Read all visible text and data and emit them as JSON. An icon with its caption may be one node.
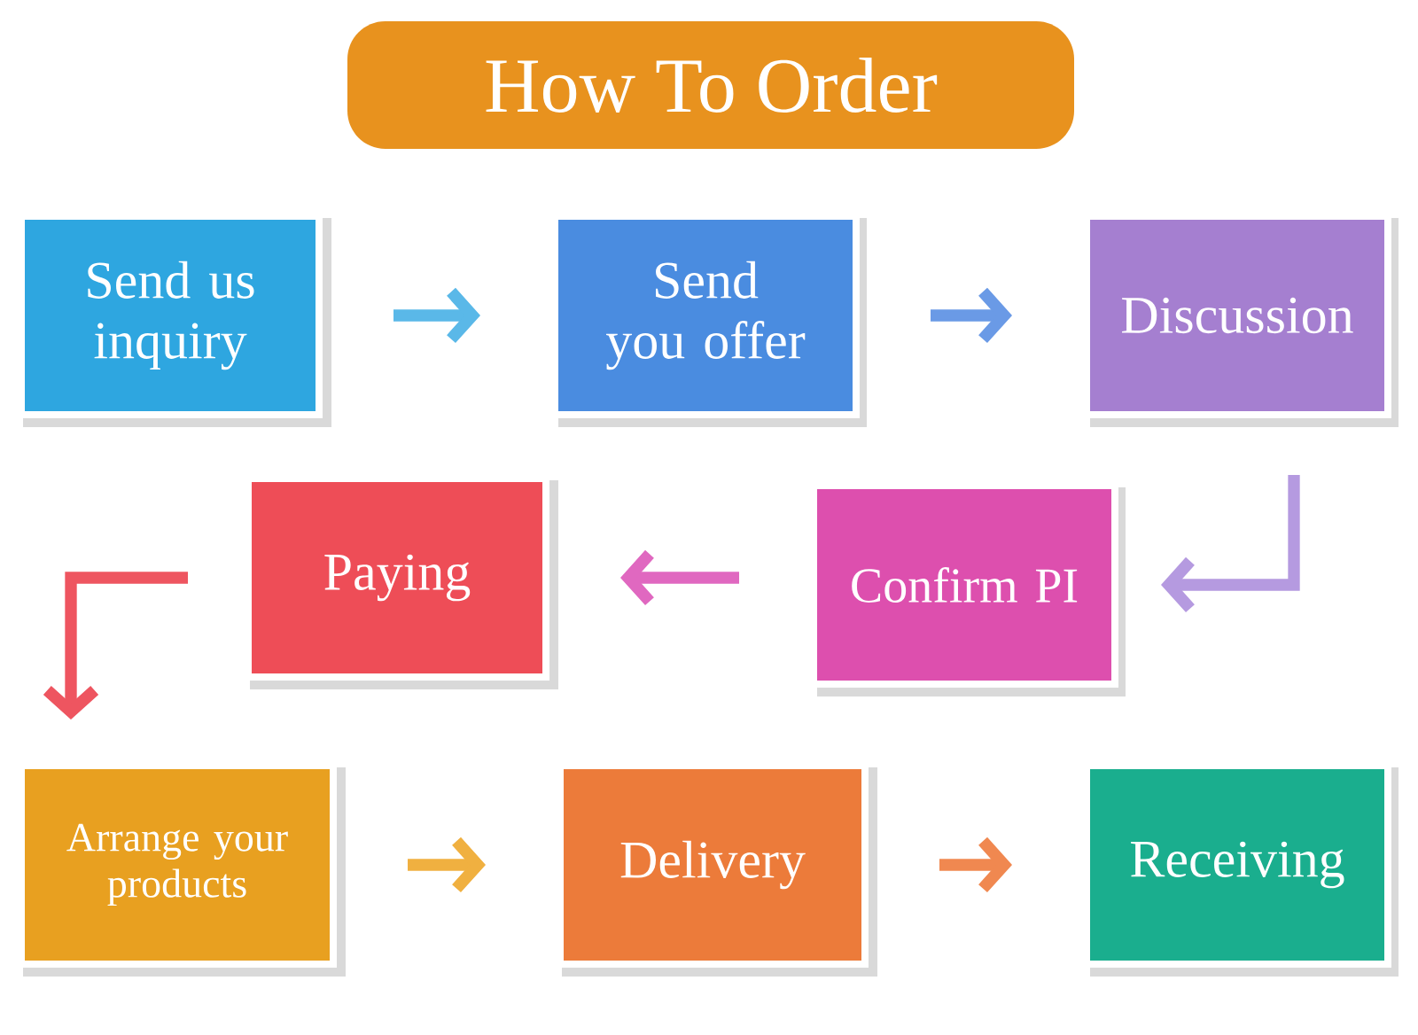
{
  "diagram": {
    "title": "How To Order",
    "nodes": [
      {
        "text": [
          "Send us inquiry"
        ]
      },
      {
        "text": [
          "Send you offer"
        ]
      },
      {
        "text": [
          "Discussion"
        ]
      },
      {
        "text": [
          "Confirm PI"
        ]
      },
      {
        "text": [
          "Paying"
        ]
      },
      {
        "text": [
          "Arrange your products"
        ]
      },
      {
        "text": [
          "Delivery"
        ]
      },
      {
        "text": [
          "Receiving"
        ]
      }
    ],
    "edges": [
      {
        "from": 0,
        "to": 1,
        "arrow": "to",
        "color": "#5ab8e8"
      },
      {
        "from": 1,
        "to": 2,
        "arrow": "to",
        "color": "#6a9ae6"
      },
      {
        "from": 2,
        "to": 3,
        "arrow": "to",
        "color": "#b59ae0"
      },
      {
        "from": 3,
        "to": 4,
        "arrow": "to",
        "color": "#e068c0"
      },
      {
        "from": 4,
        "to": 5,
        "arrow": "to",
        "color": "#ee5560"
      },
      {
        "from": 5,
        "to": 6,
        "arrow": "to",
        "color": "#f0b040"
      },
      {
        "from": 6,
        "to": 7,
        "arrow": "to",
        "color": "#f08850"
      }
    ]
  }
}
